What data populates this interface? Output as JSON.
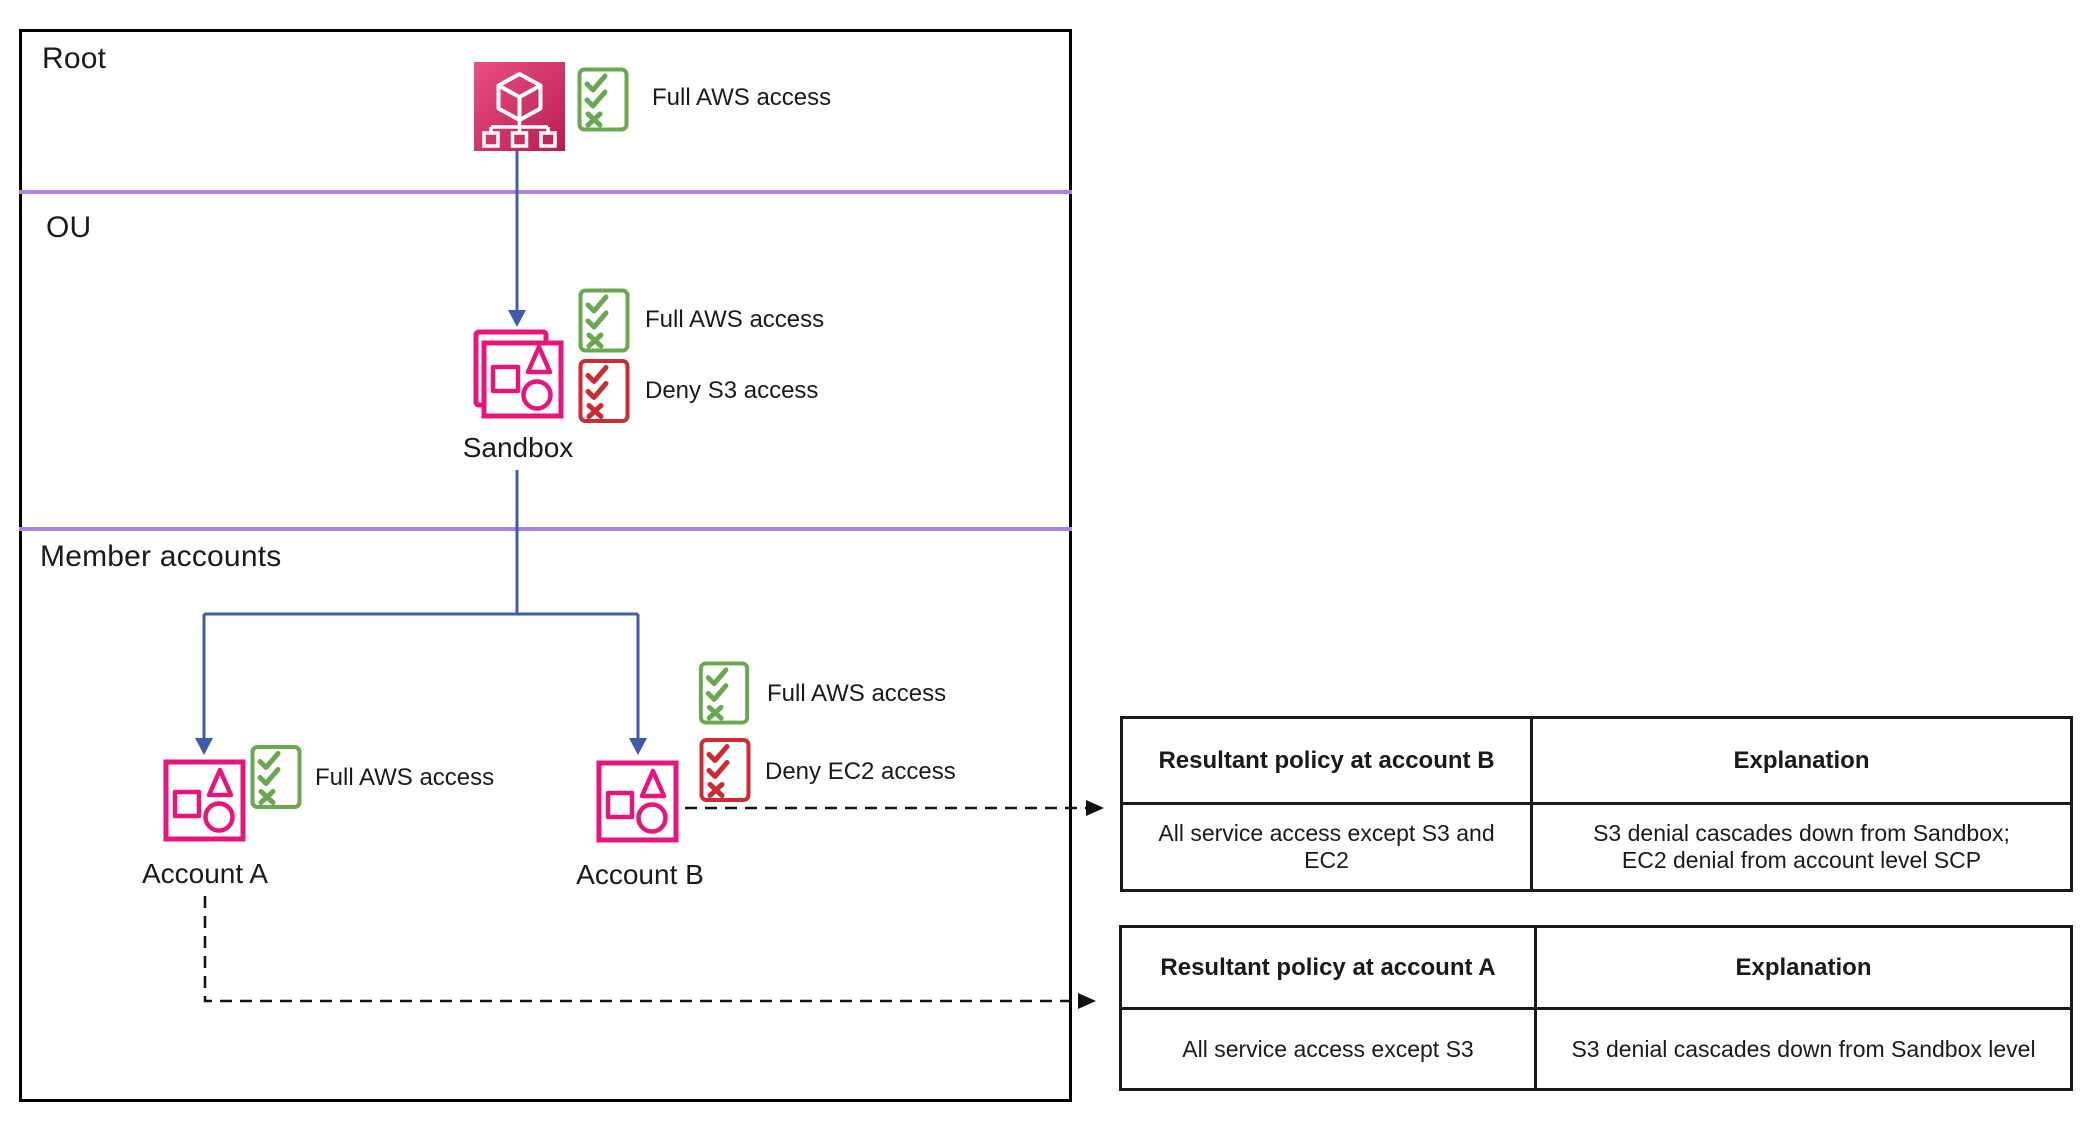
{
  "colors": {
    "pink": "#e7157b",
    "pink_gradient_start": "#ea4f80",
    "pink_gradient_end": "#b81d51",
    "green": "#6aa84f",
    "red": "#cc2b33",
    "blue": "#3e5ca9",
    "purple": "#ac82e2",
    "border_black": "#1a1a1a"
  },
  "diagram": {
    "sections": {
      "root": "Root",
      "ou": "OU",
      "member": "Member accounts"
    },
    "root_node": {
      "icon": "organizations-root-icon",
      "policies": {
        "allow": "Full AWS access"
      }
    },
    "ou_node": {
      "name": "Sandbox",
      "icon": "organizational-unit-icon",
      "policies": {
        "allow": "Full AWS access",
        "deny": "Deny S3 access"
      }
    },
    "account_a": {
      "name": "Account A",
      "icon": "account-icon",
      "policies": {
        "allow": "Full AWS access"
      }
    },
    "account_b": {
      "name": "Account B",
      "icon": "account-icon",
      "policies": {
        "allow": "Full AWS access",
        "deny": "Deny EC2 access"
      }
    }
  },
  "tables": {
    "account_b": {
      "headers": {
        "policy": "Resultant policy at account B",
        "explanation": "Explanation"
      },
      "row": {
        "policy": "All service access except S3 and\nEC2",
        "explanation": "S3 denial cascades down from Sandbox;\nEC2 denial from account level SCP"
      }
    },
    "account_a": {
      "headers": {
        "policy": "Resultant policy at account A",
        "explanation": "Explanation"
      },
      "row": {
        "policy": "All service access except S3",
        "explanation": "S3 denial cascades down from Sandbox level"
      }
    }
  }
}
